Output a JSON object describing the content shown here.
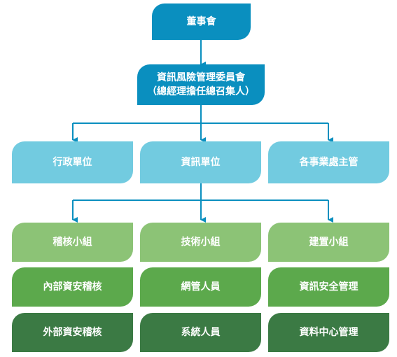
{
  "board": "董事會",
  "committee": {
    "line1": "資訊風險管理委員會",
    "line2": "（總經理擔任總召集人）"
  },
  "units": {
    "admin": "行政單位",
    "it": "資訊單位",
    "business": "各事業處主管"
  },
  "groups": {
    "audit": "稽核小組",
    "tech": "技術小組",
    "build": "建置小組"
  },
  "staff": {
    "internal_audit": "內部資安稽核",
    "network_admin": "網管人員",
    "security_mgmt": "資訊安全管理",
    "external_audit": "外部資安稽核",
    "system_staff": "系統人員",
    "datacenter_mgmt": "資料中心管理"
  },
  "colors": {
    "top": "#0a8fbf",
    "units": "#72cbe0",
    "green_light": "#8cc376",
    "green_mid": "#5ca94c",
    "green_dark": "#3b7a44",
    "connector": "#0a8fbf"
  }
}
